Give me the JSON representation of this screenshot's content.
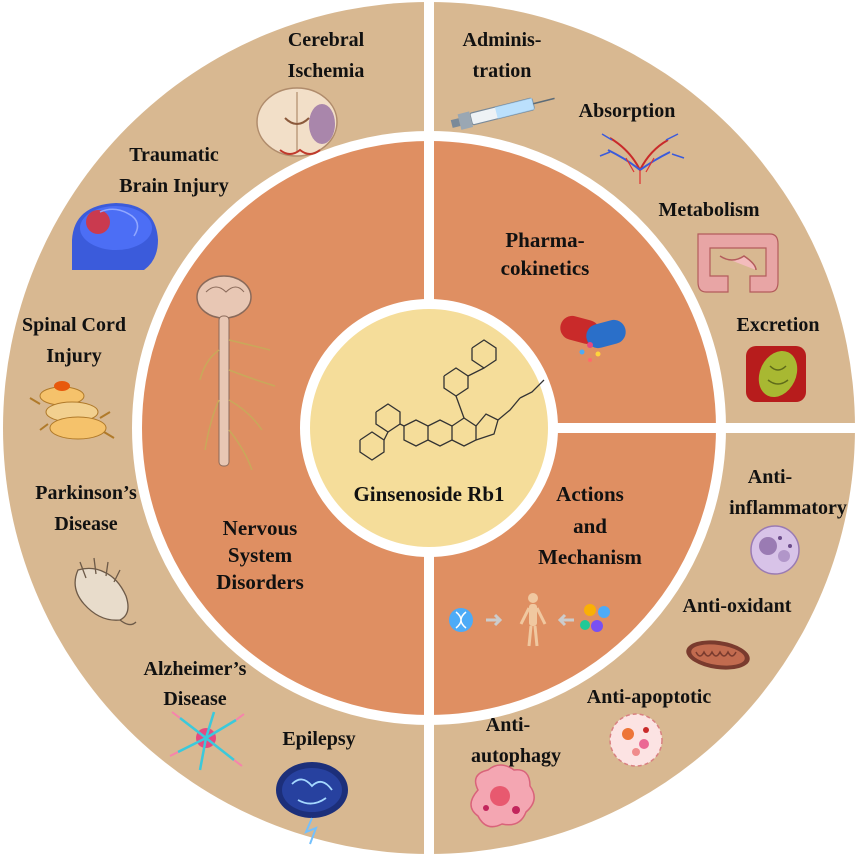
{
  "center": {
    "title": "Ginsenoside Rb1",
    "icon": "molecule-structure-icon"
  },
  "colors": {
    "outer_ring": "#d8b891",
    "middle_ring": "#df8f62",
    "center_disc": "#f5dd9a",
    "separator": "#ffffff"
  },
  "sections": {
    "nervous": {
      "label_lines": [
        "Nervous",
        "System",
        "Disorders"
      ],
      "icon": "nervous-system-icon",
      "items": [
        {
          "lines": [
            "Cerebral",
            "Ischemia"
          ],
          "icon": "brain-section-icon"
        },
        {
          "lines": [
            "Traumatic",
            "Brain Injury"
          ],
          "icon": "injured-brain-icon"
        },
        {
          "lines": [
            "Spinal Cord",
            "Injury"
          ],
          "icon": "spine-icon"
        },
        {
          "lines": [
            "Parkinson’s",
            "Disease"
          ],
          "icon": "trembling-hand-icon"
        },
        {
          "lines": [
            "Alzheimer’s",
            "Disease"
          ],
          "icon": "neuron-icon"
        },
        {
          "lines": [
            "Epilepsy"
          ],
          "icon": "glowing-brain-icon"
        }
      ]
    },
    "pharma": {
      "label_lines": [
        "Pharma-",
        "cokinetics"
      ],
      "icon": "capsule-icon",
      "items": [
        {
          "lines": [
            "Adminis-",
            "tration"
          ],
          "icon": "syringe-icon"
        },
        {
          "lines": [
            "Absorption"
          ],
          "icon": "blood-vessels-icon"
        },
        {
          "lines": [
            "Metabolism"
          ],
          "icon": "intestine-icon"
        },
        {
          "lines": [
            "Excretion"
          ],
          "icon": "kidney-icon"
        }
      ]
    },
    "actions": {
      "label_lines": [
        "Actions",
        "and",
        "Mechanism"
      ],
      "icon": "dna-body-cells-icon",
      "items": [
        {
          "lines": [
            "Anti-",
            "inflammatory"
          ],
          "icon": "immune-cell-icon"
        },
        {
          "lines": [
            "Anti-oxidant"
          ],
          "icon": "mitochondria-icon"
        },
        {
          "lines": [
            "Anti-apoptotic"
          ],
          "icon": "apoptotic-cell-icon"
        },
        {
          "lines": [
            "Anti-",
            "autophagy"
          ],
          "icon": "autophagy-cell-icon"
        }
      ]
    }
  }
}
